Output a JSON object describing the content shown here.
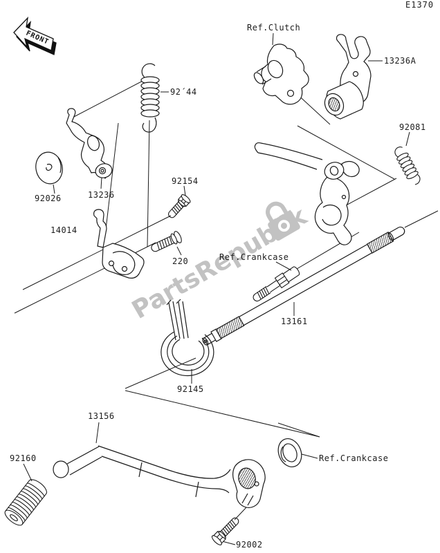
{
  "page": {
    "code": "E1370"
  },
  "front_marker": {
    "label": "FRONT"
  },
  "watermark": {
    "text": "PartsRepublik",
    "icon": "padlock-icon",
    "color": "#c2c2c2"
  },
  "colors": {
    "background": "#ffffff",
    "line": "#1a1a1a",
    "watermark": "#c2c2c2"
  },
  "labels": {
    "ref_clutch": "Ref.Clutch",
    "p13236a": "13236A",
    "p92144": "92´44",
    "p92081": "92081",
    "p92026": "92026",
    "p13236": "13236",
    "p92154": "92154",
    "p14014": "14014",
    "p220": "220",
    "ref_crankcase_mid": "Ref.Crankcase",
    "p13161": "13161",
    "p92145": "92145",
    "p13156": "13156",
    "p92160": "92160",
    "ref_crankcase_bottom": "Ref.Crankcase",
    "p92002": "92002"
  },
  "part_numbers": [
    "13236A",
    "92´44",
    "92081",
    "92026",
    "13236",
    "92154",
    "14014",
    "220",
    "13161",
    "92145",
    "13156",
    "92160",
    "92002"
  ],
  "reference_notes": [
    "Ref.Clutch",
    "Ref.Crankcase",
    "Ref.Crankcase"
  ]
}
